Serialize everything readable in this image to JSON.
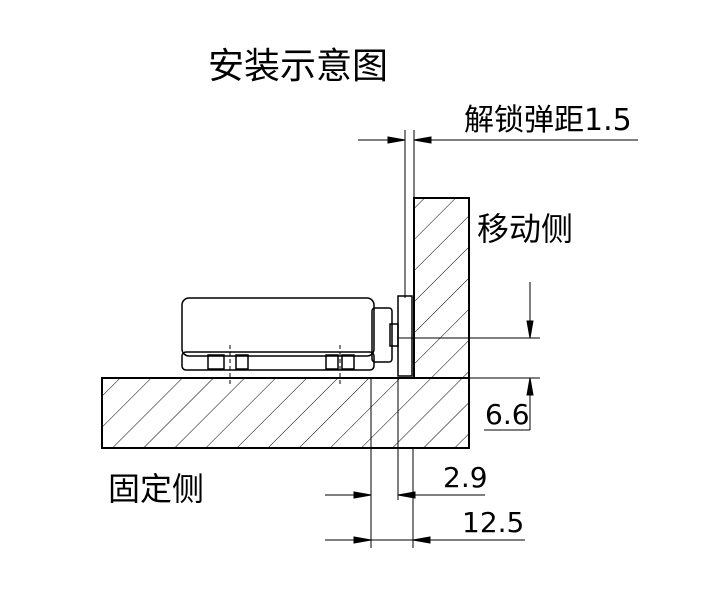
{
  "title": "安装示意图",
  "labels": {
    "unlock_gap": "解锁弹距1.5",
    "moving_side": "移动侧",
    "fixed_side": "固定侧"
  },
  "dimensions": {
    "height_offset": "6.6",
    "gap_small": "2.9",
    "gap_total": "12.5"
  },
  "colors": {
    "line": "#000000",
    "background": "#ffffff"
  }
}
